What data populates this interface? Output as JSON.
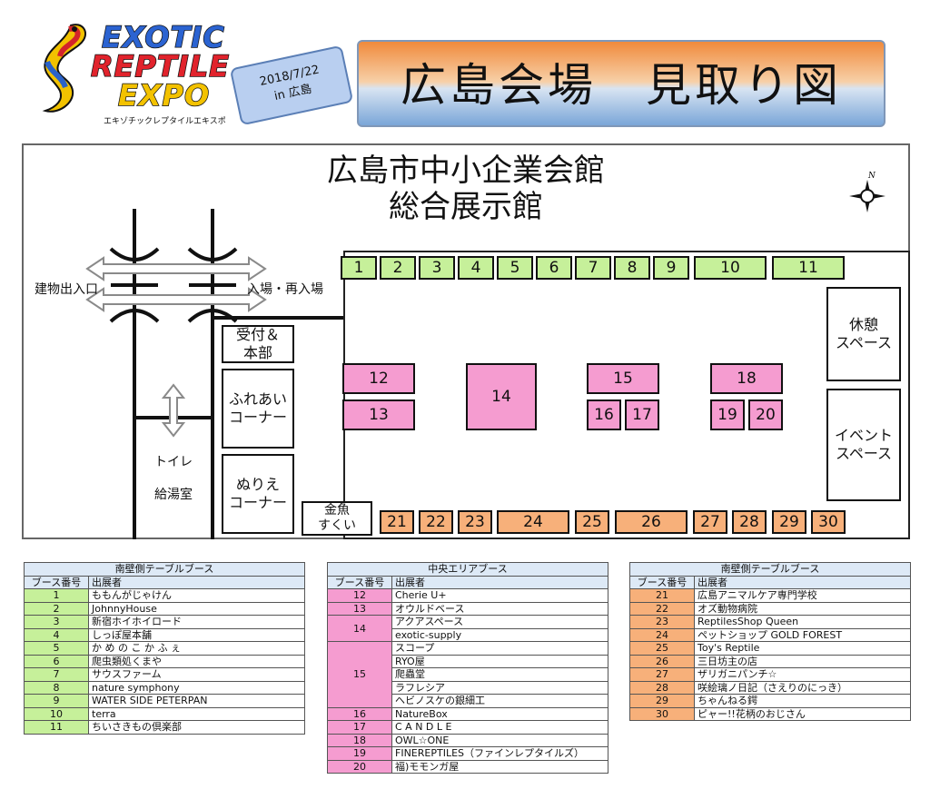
{
  "logo": {
    "line1": "EXOTIC",
    "line2": "REPTILE",
    "line3": "EXPO",
    "tagline": "エキゾチックレプタイルエキスポ",
    "scroll_line1": "2018/7/22",
    "scroll_line2": "in 広島"
  },
  "title": "広島会場　見取り図",
  "building": {
    "line1": "広島市中小企業会館",
    "line2": "総合展示館"
  },
  "compass_label": "N",
  "labels": {
    "building_entrance": "建物出入口",
    "entry_reentry": "入場・再入場",
    "reception_line1": "受付＆",
    "reception_line2": "本部",
    "petting_line1": "ふれあい",
    "petting_line2": "コーナー",
    "coloring_line1": "ぬりえ",
    "coloring_line2": "コーナー",
    "toilet": "トイレ",
    "kitchen": "給湯室",
    "goldfish_line1": "金魚",
    "goldfish_line2": "すくい",
    "rest_line1": "休憩",
    "rest_line2": "スペース",
    "event_line1": "イベント",
    "event_line2": "スペース"
  },
  "booths": {
    "b1": "1",
    "b2": "2",
    "b3": "3",
    "b4": "4",
    "b5": "5",
    "b6": "6",
    "b7": "7",
    "b8": "8",
    "b9": "9",
    "b10": "10",
    "b11": "11",
    "b12": "12",
    "b13": "13",
    "b14": "14",
    "b15": "15",
    "b16": "16",
    "b17": "17",
    "b18": "18",
    "b19": "19",
    "b20": "20",
    "b21": "21",
    "b22": "22",
    "b23": "23",
    "b24": "24",
    "b25": "25",
    "b26": "26",
    "b27": "27",
    "b28": "28",
    "b29": "29",
    "b30": "30"
  },
  "colors": {
    "south_booth": "#c6f09a",
    "center_booth": "#f59cd0",
    "north_booth": "#f7b07a",
    "table_header": "#dde9f6"
  },
  "tables": {
    "south": {
      "caption": "南壁側テーブルブース",
      "col_num": "ブース番号",
      "col_name": "出展者",
      "rows": [
        {
          "num": "1",
          "name": "ももんがじゃけん"
        },
        {
          "num": "2",
          "name": "JohnnyHouse"
        },
        {
          "num": "3",
          "name": "新宿ホイホイロード"
        },
        {
          "num": "4",
          "name": "しっぽ屋本舗"
        },
        {
          "num": "5",
          "name": "か め の こ か ふ ぇ"
        },
        {
          "num": "6",
          "name": "爬虫類処くまや"
        },
        {
          "num": "7",
          "name": "サウスファーム"
        },
        {
          "num": "8",
          "name": "nature symphony"
        },
        {
          "num": "9",
          "name": "WATER SIDE PETERPAN"
        },
        {
          "num": "10",
          "name": "terra"
        },
        {
          "num": "11",
          "name": "ちいさきもの倶楽部"
        }
      ]
    },
    "center": {
      "caption": "中央エリアブース",
      "col_num": "ブース番号",
      "col_name": "出展者",
      "r12": {
        "num": "12",
        "name": "Cherie U+"
      },
      "r13": {
        "num": "13",
        "name": "オウルドベース"
      },
      "r14": {
        "num": "14",
        "names": [
          "アクアスペース",
          "exotic-supply"
        ]
      },
      "r15": {
        "num": "15",
        "names": [
          "スコープ",
          "RYO屋",
          "爬蟲堂",
          "ラフレシア",
          "ヘビノスケの銀細工"
        ]
      },
      "r16": {
        "num": "16",
        "name": "NatureBox"
      },
      "r17": {
        "num": "17",
        "name": "C A N D L E"
      },
      "r18": {
        "num": "18",
        "name": "OWL☆ONE"
      },
      "r19": {
        "num": "19",
        "name": "FINEREPTILES（ファインレプタイルズ）"
      },
      "r20": {
        "num": "20",
        "name": "福)モモンガ屋"
      }
    },
    "north": {
      "caption": "南壁側テーブルブース",
      "col_num": "ブース番号",
      "col_name": "出展者",
      "rows": [
        {
          "num": "21",
          "name": "広島アニマルケア専門学校"
        },
        {
          "num": "22",
          "name": "オズ動物病院"
        },
        {
          "num": "23",
          "name": "ReptilesShop Queen"
        },
        {
          "num": "24",
          "name": "ペットショップ GOLD FOREST"
        },
        {
          "num": "25",
          "name": "Toy's Reptile"
        },
        {
          "num": "26",
          "name": "三日坊主の店"
        },
        {
          "num": "27",
          "name": "ザリガニパンチ☆"
        },
        {
          "num": "28",
          "name": "咲絵璃ノ日記（さえりのにっき）"
        },
        {
          "num": "29",
          "name": "ちゃんねる鍔"
        },
        {
          "num": "30",
          "name": "ピャー!!花柄のおじさん"
        }
      ]
    }
  }
}
